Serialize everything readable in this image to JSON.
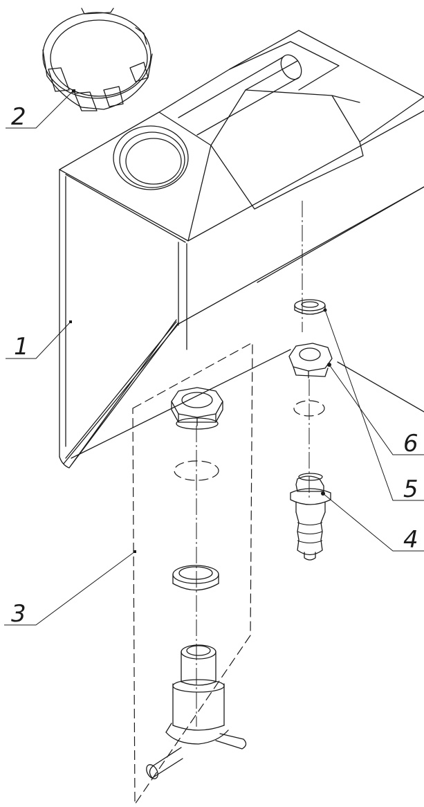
{
  "callouts": [
    {
      "id": "1",
      "label": "1",
      "part": "tank"
    },
    {
      "id": "2",
      "label": "2",
      "part": "filler-cap"
    },
    {
      "id": "3",
      "label": "3",
      "part": "drain-valve-assembly"
    },
    {
      "id": "4",
      "label": "4",
      "part": "hose-fitting"
    },
    {
      "id": "5",
      "label": "5",
      "part": "washer"
    },
    {
      "id": "6",
      "label": "6",
      "part": "nut"
    }
  ],
  "line_color": "#1a1a1a",
  "background": "#ffffff"
}
